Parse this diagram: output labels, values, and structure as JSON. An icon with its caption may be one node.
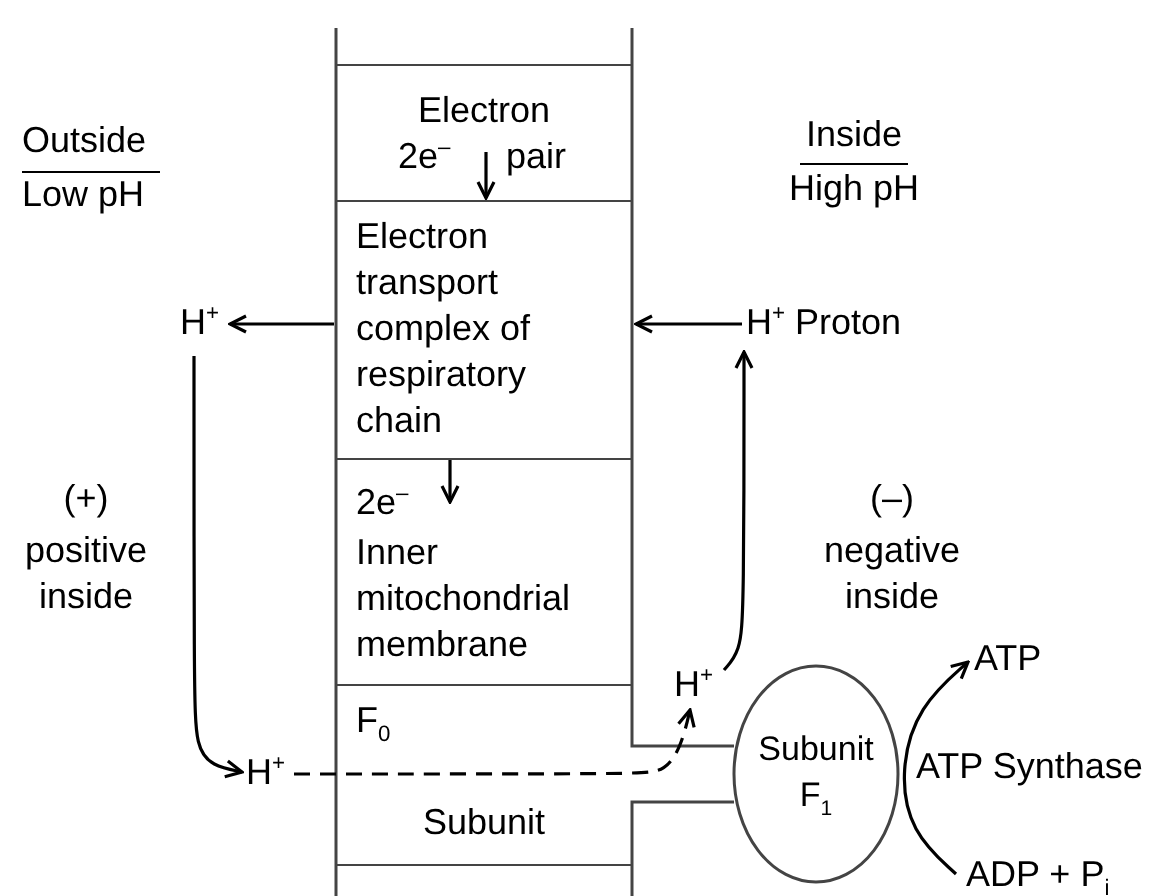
{
  "diagram": {
    "nodes": [
      {
        "text": [
          "Electron",
          "2e$^{–}$",
          "pair"
        ]
      },
      {
        "text": [
          "Electron transport complex of respiratory chain"
        ]
      },
      {
        "text": [
          "2e$^{–}$",
          "Inner mitochondrial membrane"
        ]
      },
      {
        "text": [
          "F$_{0}$"
        ]
      },
      {
        "text": [
          "Subunit"
        ]
      },
      {
        "text": [
          "Subunit F$_{1}$"
        ]
      },
      {
        "text": [
          "H$^{+}$"
        ]
      },
      {
        "text": [
          "H$^{+}$ Proton"
        ]
      },
      {
        "text": [
          "H$^{+}$"
        ]
      },
      {
        "text": [
          "H$^{+}$"
        ]
      },
      {
        "text": [
          "ATP"
        ]
      },
      {
        "text": [
          "ADP + P$_{i}$"
        ]
      }
    ],
    "edges": [
      {
        "from": 0,
        "to": 1,
        "arrow": "to"
      },
      {
        "from": 1,
        "to": 2,
        "arrow": "to"
      },
      {
        "from": 1,
        "to": 6,
        "arrow": "to"
      },
      {
        "from": 7,
        "to": 1,
        "arrow": "to"
      },
      {
        "from": 6,
        "to": 8,
        "arrow": "to"
      },
      {
        "from": 8,
        "to": 9,
        "arrow": "to",
        "style": "dashed"
      },
      {
        "from": 9,
        "to": 7,
        "arrow": "to"
      },
      {
        "from": 11,
        "to": 10,
        "arrow": "to"
      }
    ],
    "labels": [
      "Outside",
      "Low pH",
      "Inside",
      "High pH",
      "(+)",
      "positive inside",
      "(–)",
      "negative inside",
      "ATP Synthase"
    ]
  }
}
